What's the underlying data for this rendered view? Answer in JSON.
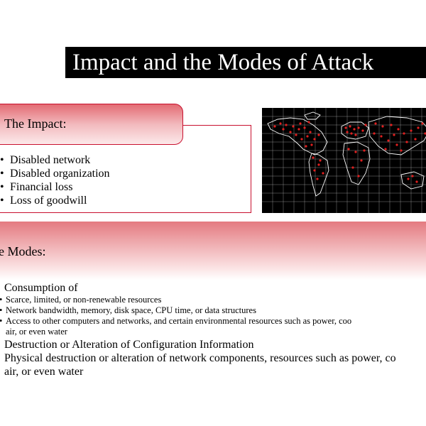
{
  "title": "Impact and the Modes of Attack",
  "impact": {
    "heading": "The Impact:",
    "items": [
      "Disabled network",
      "Disabled organization",
      "Financial loss",
      "Loss of goodwill"
    ]
  },
  "modes": {
    "heading": "e Modes:",
    "consumption": {
      "label": "Consumption of",
      "bullets": [
        "Scarce, limited, or non-renewable resources",
        "Network bandwidth, memory, disk space, CPU time, or data structures",
        "Access to other computers and networks, and certain environmental resources such as power, coo"
      ],
      "continuation": "air, or even water"
    },
    "destruction": "Destruction or Alteration of Configuration Information",
    "physical": {
      "line1": "Physical destruction or alteration of network components, resources such as power, co",
      "line2": "air, or even water"
    }
  },
  "colors": {
    "accent": "#c8102e",
    "band": "#e47a80",
    "map_bg": "#000000",
    "dot": "#e0201f"
  }
}
